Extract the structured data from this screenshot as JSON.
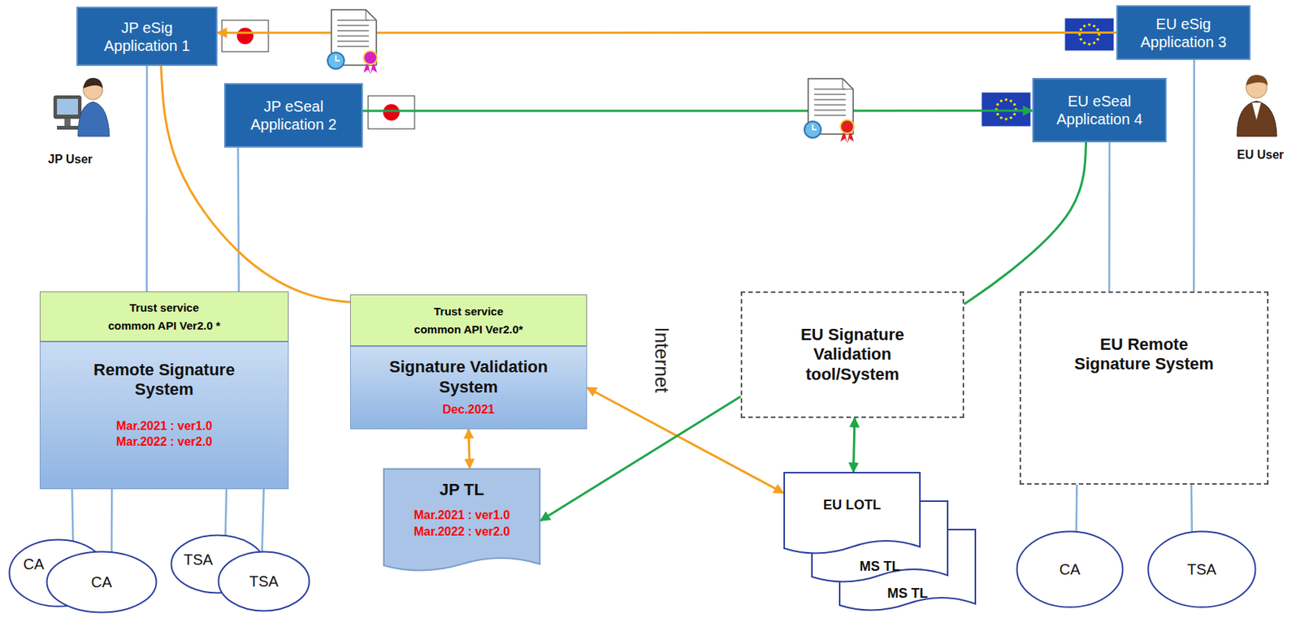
{
  "diagram": {
    "nodes": [
      {
        "text": [
          "JP eSig Application 1"
        ]
      },
      {
        "text": [
          "EU eSig Application 3"
        ]
      },
      {
        "text": [
          "JP eSeal Application 2"
        ]
      },
      {
        "text": [
          "EU eSeal Application 4"
        ]
      },
      {
        "text": [
          "Trust service common API Ver2.0 *"
        ]
      },
      {
        "text": [
          "Remote Signature System",
          "Mar.2021 : ver1.0",
          "Mar.2022 : ver2.0"
        ]
      },
      {
        "text": [
          "Trust service common API Ver2.0*"
        ]
      },
      {
        "text": [
          "Signature Validation System",
          "Dec.2021"
        ]
      },
      {
        "text": [
          "JP TL",
          "Mar.2021 : ver1.0",
          "Mar.2022 : ver2.0"
        ]
      },
      {
        "text": [
          "Internet"
        ]
      },
      {
        "text": [
          "EU Signature Validation tool/System"
        ]
      },
      {
        "text": [
          "EU Remote Signature System"
        ]
      },
      {
        "text": [
          "EU LOTL"
        ]
      },
      {
        "text": [
          "MS TL"
        ]
      },
      {
        "text": [
          "MS TL"
        ]
      },
      {
        "text": [
          "CA"
        ]
      },
      {
        "text": [
          "CA"
        ]
      },
      {
        "text": [
          "TSA"
        ]
      },
      {
        "text": [
          "TSA"
        ]
      },
      {
        "text": [
          "CA"
        ]
      },
      {
        "text": [
          "TSA"
        ]
      }
    ],
    "edges": [
      {
        "from": 1,
        "to": 0,
        "arrow": "to"
      },
      {
        "from": 2,
        "to": 3,
        "arrow": "to"
      },
      {
        "from": 4,
        "to": 0,
        "arrow": "none"
      },
      {
        "from": 4,
        "to": 2,
        "arrow": "none"
      },
      {
        "from": 0,
        "to": 6,
        "arrow": "none"
      },
      {
        "from": 7,
        "to": 12,
        "arrow": "both"
      },
      {
        "from": 7,
        "to": 8,
        "arrow": "both"
      },
      {
        "from": 10,
        "to": 12,
        "arrow": "both"
      },
      {
        "from": 10,
        "to": 8,
        "arrow": "to"
      },
      {
        "from": 3,
        "to": 10,
        "arrow": "none"
      },
      {
        "from": 11,
        "to": 3,
        "arrow": "none"
      },
      {
        "from": 11,
        "to": 1,
        "arrow": "none"
      },
      {
        "from": 5,
        "to": 15,
        "arrow": "none"
      },
      {
        "from": 5,
        "to": 16,
        "arrow": "none"
      },
      {
        "from": 5,
        "to": 17,
        "arrow": "none"
      },
      {
        "from": 5,
        "to": 18,
        "arrow": "none"
      },
      {
        "from": 11,
        "to": 19,
        "arrow": "none"
      },
      {
        "from": 11,
        "to": 20,
        "arrow": "none"
      }
    ],
    "labels": [
      "JP User",
      "EU User"
    ]
  }
}
